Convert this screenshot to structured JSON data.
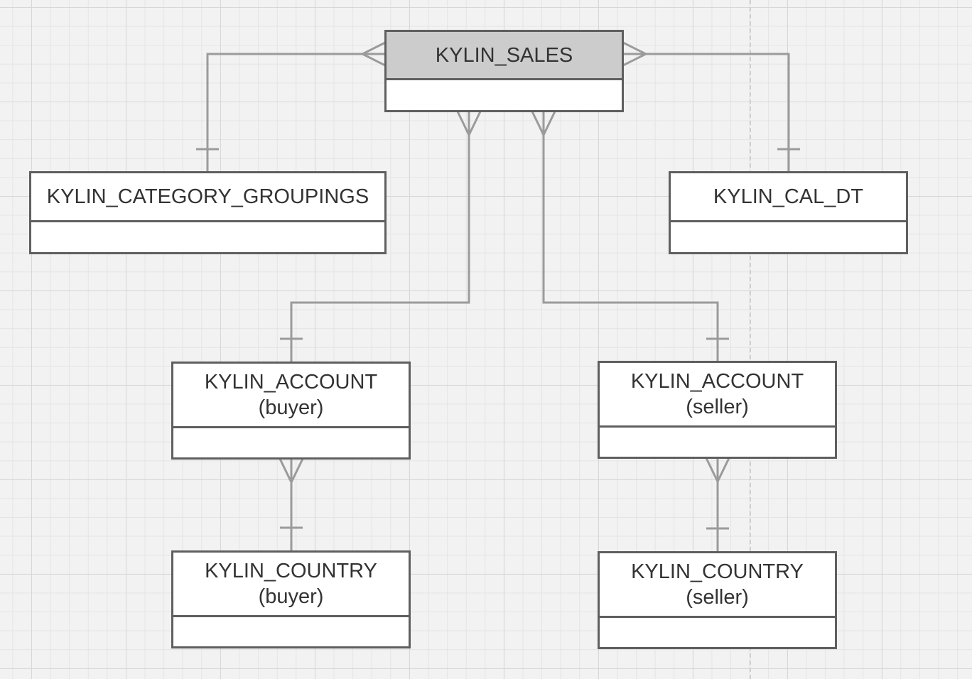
{
  "diagram": {
    "entities": {
      "sales": {
        "name": "KYLIN_SALES",
        "role": ""
      },
      "category": {
        "name": "KYLIN_CATEGORY_GROUPINGS",
        "role": ""
      },
      "cal_dt": {
        "name": "KYLIN_CAL_DT",
        "role": ""
      },
      "account_buyer": {
        "name": "KYLIN_ACCOUNT",
        "role": "(buyer)"
      },
      "account_seller": {
        "name": "KYLIN_ACCOUNT",
        "role": "(seller)"
      },
      "country_buyer": {
        "name": "KYLIN_COUNTRY",
        "role": "(buyer)"
      },
      "country_seller": {
        "name": "KYLIN_COUNTRY",
        "role": "(seller)"
      }
    },
    "relationships": [
      {
        "from": "KYLIN_SALES",
        "from_cardinality": "many",
        "to": "KYLIN_CATEGORY_GROUPINGS",
        "to_cardinality": "one"
      },
      {
        "from": "KYLIN_SALES",
        "from_cardinality": "many",
        "to": "KYLIN_CAL_DT",
        "to_cardinality": "one"
      },
      {
        "from": "KYLIN_SALES",
        "from_cardinality": "many",
        "to": "KYLIN_ACCOUNT (buyer)",
        "to_cardinality": "one"
      },
      {
        "from": "KYLIN_SALES",
        "from_cardinality": "many",
        "to": "KYLIN_ACCOUNT (seller)",
        "to_cardinality": "one"
      },
      {
        "from": "KYLIN_ACCOUNT (buyer)",
        "from_cardinality": "many",
        "to": "KYLIN_COUNTRY (buyer)",
        "to_cardinality": "one"
      },
      {
        "from": "KYLIN_ACCOUNT (seller)",
        "from_cardinality": "many",
        "to": "KYLIN_COUNTRY (seller)",
        "to_cardinality": "one"
      }
    ],
    "colors": {
      "connector": "#9b9b9b",
      "entity_border": "#5f5f5f",
      "main_header_fill": "#cccccc",
      "entity_fill": "#ffffff",
      "text": "#333333",
      "canvas_background": "#f2f2f2"
    }
  }
}
